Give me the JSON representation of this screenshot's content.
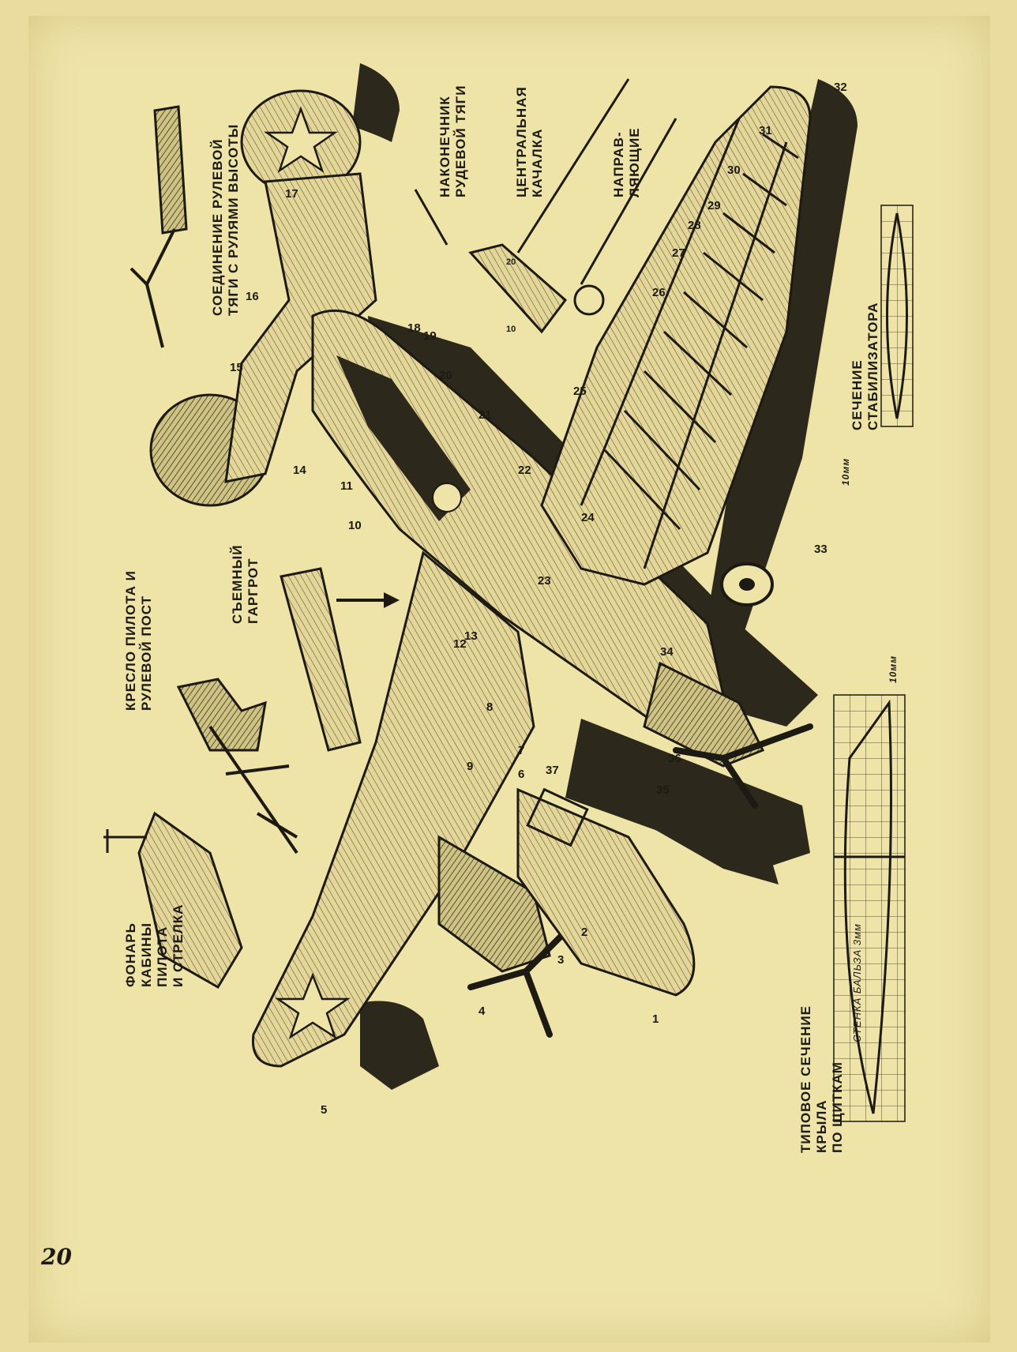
{
  "page_number": "20",
  "captions": {
    "canopy": "ФОНАРЬ\nКАБИНЫ\nПИЛОТА\nИ СТРЕЛКА",
    "seat": "КРЕСЛО ПИЛОТА И\nРУЛЕВОЙ ПОСТ",
    "fairing": "СЪЕМНЫЙ\nГАРГРОТ",
    "linkage": "СОЕДИНЕНИЕ РУЛЕВОЙ\nТЯГИ С РУЛЯМИ ВЫСОТЫ",
    "rod_tip": "НАКОНЕЧНИК\nРУДЕВОЙ ТЯГИ",
    "bellcrank": "ЦЕНТРАЛЬНАЯ\nКАЧАЛКА",
    "guides": "НАПРАВ-\nЛЯЮЩИЕ",
    "stab_section": "СЕЧЕНИЕ СТАБИЛИЗАТОРА",
    "wing_section": "ТИПОВОЕ СЕЧЕНИЕ КРЫЛА\nПО ЩИТКАМ",
    "wing_wall": "СТЕНКА БАЛЬЗА 3мм",
    "scale_stab": "10мм",
    "scale_wing": "10мм"
  },
  "callouts": [
    "1",
    "2",
    "3",
    "4",
    "5",
    "6",
    "7",
    "8",
    "9",
    "10",
    "11",
    "12",
    "13",
    "14",
    "15",
    "16",
    "17",
    "18",
    "19",
    "20",
    "21",
    "22",
    "23",
    "24",
    "25",
    "26",
    "27",
    "28",
    "29",
    "30",
    "31",
    "32",
    "33",
    "34",
    "35",
    "36",
    "37"
  ],
  "dims": {
    "d10": "10",
    "d20": "20"
  }
}
